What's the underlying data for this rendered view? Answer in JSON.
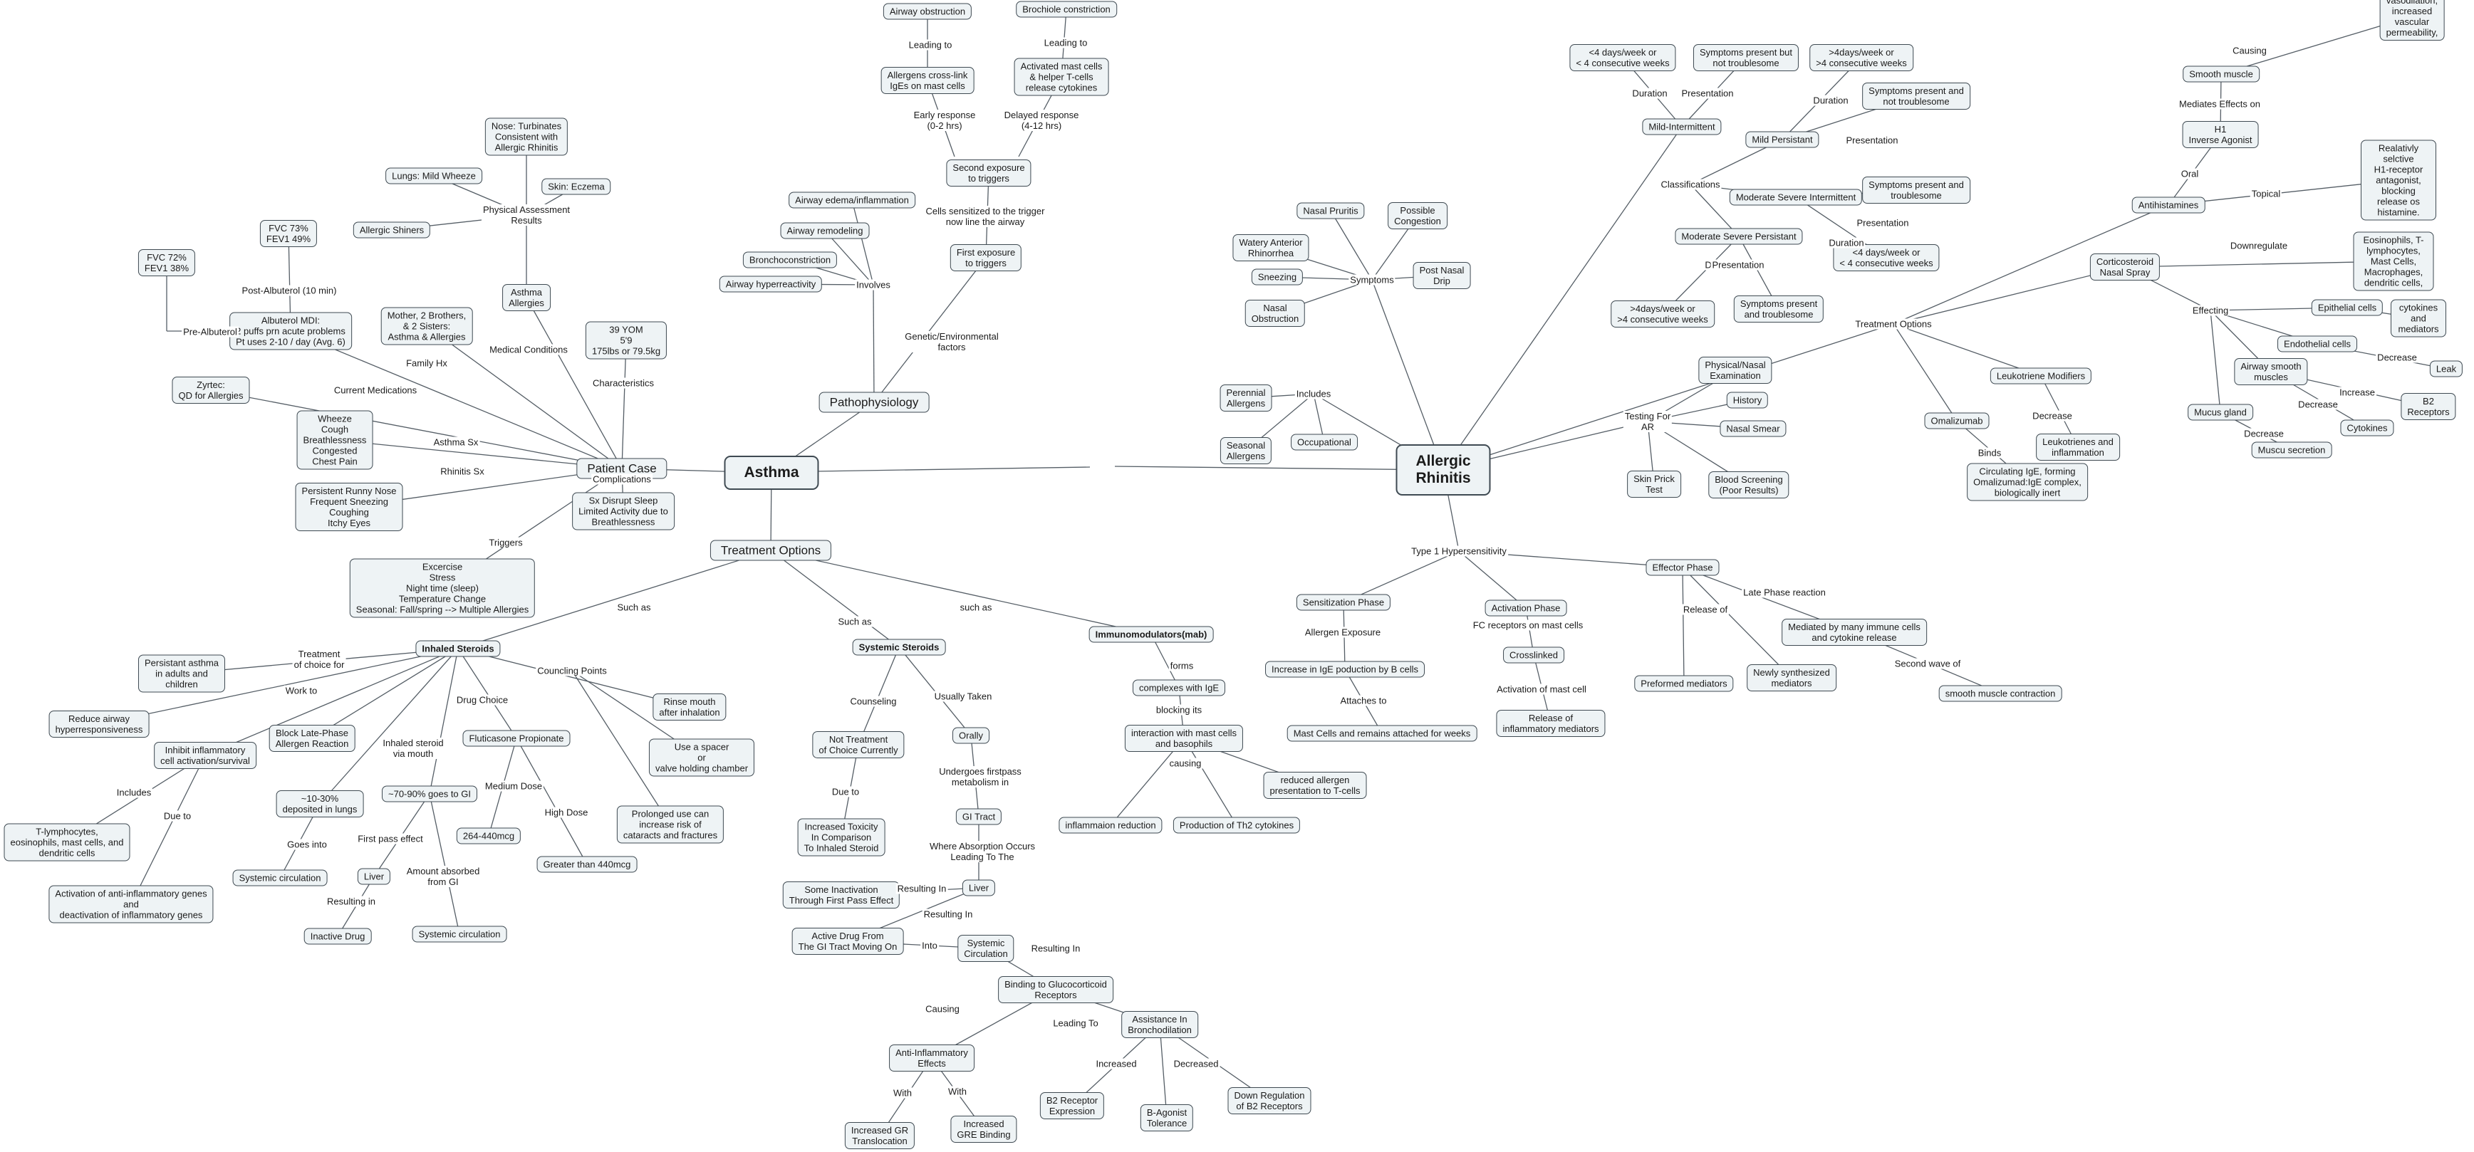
{
  "nodes": {
    "asthma": "Asthma",
    "allergic_rhinitis": "Allergic\nRhinitis",
    "patient_case": "Patient Case",
    "treatment_options": "Treatment Options",
    "pathophysiology": "Pathophysiology",
    "airway_obstruction": "Airway obstruction",
    "bronchiole_constriction": "Brochiole constriction",
    "allergens_crosslink": "Allergens cross-link\nIgEs on mast cells",
    "activated_mast_cells": "Activated mast cells\n& helper T-cells\nrelease cytokines",
    "second_exposure": "Second exposure\nto triggers",
    "first_exposure": "First exposure\nto triggers",
    "airway_edema": "Airway edema/inflammation",
    "airway_remodeling": "Airway remodeling",
    "bronchoconstriction": "Bronchoconstriction",
    "airway_hyperreactivity": "Airway hyperreactivity",
    "nose_turbinates": "Nose: Turbinates\nConsistent with\nAllergic Rhinitis",
    "lungs_wheeze": "Lungs: Mild Wheeze",
    "skin_eczema": "Skin: Eczema",
    "allergic_shiners": "Allergic Shiners",
    "asthma_allergies": "Asthma\nAllergies",
    "fvc73": "FVC 73%\nFEV1 49%",
    "fvc72": "FVC 72%\nFEV1 38%",
    "albuterol_mdi": "Albuterol MDI:\n2 puffs prn acute problems\nPt uses 2-10 / day (Avg. 6)",
    "mother_brothers": "Mother, 2 Brothers,\n& 2 Sisters:\nAsthma & Allergies",
    "yom39": "39 YOM\n5'9\n175lbs or 79.5kg",
    "zyrtec": "Zyrtec:\nQD for Allergies",
    "wheeze_list": "Wheeze\nCough\nBreathlessness\nCongested\nChest Pain",
    "runny_nose_list": "Persistent Runny Nose\nFrequent Sneezing\nCoughing\nItchy Eyes",
    "sx_disrupt_sleep": "Sx Disrupt Sleep\nLimited Activity due to\nBreathlessness",
    "triggers_list": "Excercise\nStress\nNight time (sleep)\nTemperature Change\nSeasonal: Fall/spring --> Multiple Allergies",
    "inhaled_steroids": "Inhaled Steroids",
    "systemic_steroids": "Systemic Steroids",
    "immunomodulators": "Immunomodulators(mab)",
    "persistant_asthma": "Persistant asthma\nin adults and\nchildren",
    "reduce_airway": "Reduce airway\nhyperresponsiveness",
    "block_late_phase": "Block Late-Phase\nAllergen Reaction",
    "inhibit_inflammatory": "Inhibit inflammatory\ncell activation/survival",
    "t_lymphocytes": "T-lymphocytes,\neosinophils, mast cells, and\ndendritic cells",
    "activation_anti_inflammatory": "Activation of anti-inflammatory genes\nand\ndeactivation of inflammatory genes",
    "pct_10_30": "~10-30%\ndeposited in lungs",
    "pct_70_90": "~70-90% goes to GI",
    "systemic_circulation_1": "Systemic circulation",
    "liver_1": "Liver",
    "inactive_drug": "Inactive Drug",
    "systemic_circulation_2": "Systemic circulation",
    "fluticasone": "Fluticasone Propionate",
    "dose_264": "264-440mcg",
    "greater_440": "Greater than 440mcg",
    "rinse_mouth": "Rinse mouth\nafter inhalation",
    "use_spacer": "Use a spacer\nor\nvalve holding chamber",
    "prolonged_use": "Prolonged use can\nincrease risk of\ncataracts and fractures",
    "not_treatment": "Not Treatment\nof Choice Currently",
    "increased_toxicity": "Increased Toxicity\nIn Comparison\nTo Inhaled Steroid",
    "orally": "Orally",
    "gi_tract": "GI Tract",
    "liver_2": "Liver",
    "some_inactivation": "Some Inactivation\nThrough First Pass Effect",
    "active_drug": "Active Drug From\nThe GI Tract Moving On",
    "systemic_circulation_3": "Systemic\nCirculation",
    "binding_glucocorticoid": "Binding to Glucocorticoid\nReceptors",
    "anti_inflammatory_effects": "Anti-Inflammatory\nEffects",
    "assistance_bronchodilation": "Assistance In\nBronchodilation",
    "increased_gr_translocation": "Increased GR\nTranslocation",
    "increased_gre_binding": "Increased\nGRE Binding",
    "b2_receptor_expression": "B2 Receptor\nExpression",
    "b_agonist_tolerance": "B-Agonist\nTolerance",
    "down_regulation_b2": "Down Regulation\nof B2 Receptors",
    "complexes_ige": "complexes with IgE",
    "interaction_mast": "interaction with mast cells\nand basophils",
    "reduced_allergen": "reduced allergen\npresentation to T-cells",
    "inflammation_reduction": "inflammaion reduction",
    "production_th2": "Production of Th2 cytokines",
    "vasodilation": "vasodilation,\nincreased vascular permeability,",
    "smooth_muscle": "Smooth muscle",
    "h1_inverse": "H1\nInverse Agonist",
    "antihistamines": "Antihistamines",
    "relatively_selective": "Realativly selctive\nH1-receptor antagonist,\nblocking release os histamine.",
    "corticosteroid_nasal": "Corticosteroid\nNasal Spray",
    "eosinophils_list": "Eosinophils, T-lymphocytes,\nMast Cells, Macrophages,\ndendritic cells,",
    "epithelial_cells": "Epithelial cells",
    "cytokines_mediators": "cytokines and\nmediators",
    "endothelial_cells": "Endothelial cells",
    "leak": "Leak",
    "airway_smooth_muscles": "Airway smooth\nmuscles",
    "b2_receptors": "B2 Receptors",
    "mucus_gland": "Mucus gland",
    "cytokines": "Cytokines",
    "muscu_secretion": "Muscu secretion",
    "leukotriene_modifiers": "Leukotriene Modifiers",
    "leukotrienes_inflammation": "Leukotrienes and\ninflammation",
    "omalizumab": "Omalizumab",
    "circulating_ige": "Circulating IgE, forming\nOmalizumad:IgE complex,\nbiologically inert",
    "lt4_days_1": "<4 days/week or\n< 4 consecutive weeks",
    "symptoms_not_troublesome_1": "Symptoms present but\nnot troublesome",
    "gt4_days_1": ">4days/week or\n>4 consecutive weeks",
    "symptoms_not_troublesome_2": "Symptoms present and\nnot troublesome",
    "mild_intermittent": "Mild-Intermittent",
    "mild_persistant": "Mild Persistant",
    "moderate_severe_intermittent": "Moderate Severe Intermittent",
    "symptoms_troublesome_1": "Symptoms present and\ntroublesome",
    "lt4_days_2": "<4 days/week or\n< 4 consecutive weeks",
    "moderate_severe_persistant": "Moderate Severe Persistant",
    "gt4_days_2": ">4days/week or\n>4 consecutive weeks",
    "symptoms_troublesome_2": "Symptoms present\nand troublesome",
    "nasal_pruritis": "Nasal Pruritis",
    "possible_congestion": "Possible\nCongestion",
    "watery_rhinorrhea": "Watery Anterior\nRhinorrhea",
    "sneezing": "Sneezing",
    "post_nasal_drip": "Post Nasal\nDrip",
    "nasal_obstruction": "Nasal\nObstruction",
    "perennial_allergens": "Perennial\nAllergens",
    "seasonal_allergens": "Seasonal\nAllergens",
    "occupational": "Occupational",
    "physical_nasal_exam": "Physical/Nasal\nExamination",
    "history": "History",
    "nasal_smear": "Nasal Smear",
    "skin_prick_test": "Skin Prick\nTest",
    "blood_screening": "Blood Screening\n(Poor Results)",
    "sensitization_phase": "Sensitization Phase",
    "activation_phase": "Activation Phase",
    "effector_phase": "Effector Phase",
    "increase_ige_production": "Increase in IgE poduction by B cells",
    "mast_cells_attached": "Mast Cells and remains attached for weeks",
    "crosslinked": "Crosslinked",
    "release_inflammatory_mediators": "Release of\ninflammatory mediators",
    "preformed_mediators": "Preformed mediators",
    "newly_synthesized": "Newly synthesized\nmediators",
    "mediated_immune_cells": "Mediated by many immune cells\nand cytokine release",
    "smooth_muscle_contraction": "smooth muscle contraction"
  },
  "links": {
    "leading_to_1": "Leading to",
    "leading_to_2": "Leading to",
    "early_response": "Early response\n(0-2 hrs)",
    "delayed_response": "Delayed response\n(4-12 hrs)",
    "cells_sensitized": "Cells sensitized to the trigger\nnow line the airway",
    "genetic_environmental": "Genetic/Environmental\nfactors",
    "involves": "Involves",
    "physical_assessment": "Physical Assessment\nResults",
    "medical_conditions": "Medical Conditions",
    "post_albuterol": "Post-Albuterol (10 min)",
    "pre_albuterol": "Pre-Albuterol",
    "family_hx": "Family Hx",
    "characteristics": "Characteristics",
    "current_medications": "Current Medications",
    "asthma_sx": "Asthma Sx",
    "rhinitis_sx": "Rhinitis Sx",
    "complications": "Complications",
    "triggers": "Triggers",
    "such_as_1": "Such as",
    "such_as_2": "Such as",
    "such_as_3": "such as",
    "treatment_of_choice": "Treatment\nof choice for",
    "work_to": "Work to",
    "includes_1": "Includes",
    "due_to_1": "Due to",
    "inhaled_via_mouth": "Inhaled steroid\nvia mouth",
    "goes_into": "Goes into",
    "first_pass_effect": "First pass effect",
    "resulting_in_1": "Resulting in",
    "amount_absorbed": "Amount absorbed\nfrom GI",
    "drug_choice": "Drug Choice",
    "medium_dose": "Medium Dose",
    "high_dose": "High Dose",
    "counseling_points": "Councling Points",
    "counseling": "Counseling",
    "due_to_2": "Due to",
    "usually_taken": "Usually Taken",
    "undergoes_firstpass": "Undergoes firstpass\nmetabolism in",
    "where_absorption": "Where Absorption Occurs\nLeading To The",
    "resulting_in_2": "Resulting In",
    "resulting_in_3": "Resulting In",
    "into": "Into",
    "resulting_in_4": "Resulting In",
    "causing_1": "Causing",
    "leading_to_3": "Leading To",
    "with_1": "With",
    "with_2": "With",
    "increased": "Increased",
    "decreased": "Decreased",
    "forms": "forms",
    "blocking_its": "blocking its",
    "causing_2": "causing",
    "causing_3": "Causing",
    "mediates_effects": "Mediates Effects on",
    "oral": "Oral",
    "topical": "Topical",
    "downregulate": "Downregulate",
    "effecting": "Effecting",
    "decrease_1": "Decrease",
    "increase": "Increase",
    "decrease_2": "Decrease",
    "decrease_3": "Decrease",
    "decrease_4": "Decrease",
    "binds": "Binds",
    "treatment_options_link": "Treatment Options",
    "duration_1": "Duration",
    "presentation_1": "Presentation",
    "duration_2": "Duration",
    "presentation_2": "Presentation",
    "classifications": "Classifications",
    "presentation_3": "Presentation",
    "duration_3": "Duration",
    "duration_4": "Duration",
    "presentation_4": "Presentation",
    "symptoms": "Symptoms",
    "includes_2": "Includes",
    "testing_for_ar": "Testing For\nAR",
    "type1_hypersensitivity": "Type 1 Hypersensitivity",
    "allergen_exposure": "Allergen Exposure",
    "attaches_to": "Attaches to",
    "fc_receptors": "FC receptors on mast cells",
    "activation_mast_cell": "Activation of mast cell",
    "release_of": "Release of",
    "late_phase_reaction": "Late Phase reaction",
    "second_wave": "Second wave of"
  },
  "colors": {
    "node_fill": "#eef3f5",
    "node_border": "#3f4a52",
    "line": "#555e66"
  }
}
